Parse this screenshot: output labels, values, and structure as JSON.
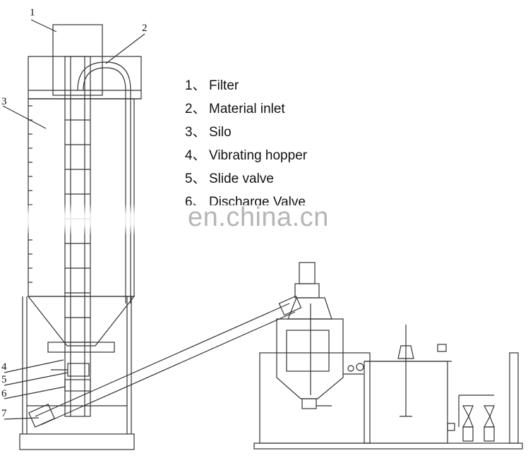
{
  "legend": [
    {
      "num": "1、",
      "label": "Filter"
    },
    {
      "num": "2、",
      "label": "Material inlet"
    },
    {
      "num": "3、",
      "label": "Silo"
    },
    {
      "num": "4、",
      "label": "Vibrating hopper"
    },
    {
      "num": "5、",
      "label": "Slide valve"
    },
    {
      "num": "6、",
      "label": "Discharge Valve"
    }
  ],
  "callouts": [
    "1",
    "2",
    "3",
    "4",
    "5",
    "6",
    "7"
  ],
  "watermark": "en.china.cn",
  "colors": {
    "line": "#333333",
    "background": "#ffffff"
  }
}
